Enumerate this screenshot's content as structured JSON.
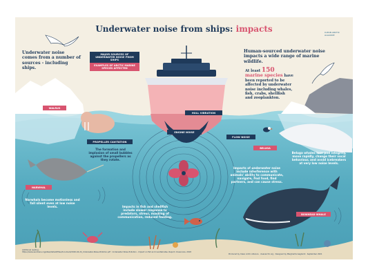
{
  "title": {
    "main": "Underwater noise from ships:",
    "accent": "impacts"
  },
  "brand": {
    "line1": "CLEAN ARCTIC",
    "line2": "ALLIANCE"
  },
  "intro_left": "Underwater noise comes from a number of sources - including ships.",
  "intro_right": "Human-sourced underwater noise impacts a wide range of marine wildlife.",
  "stat": {
    "prefix": "At least",
    "number": "150",
    "species": "marine species",
    "rest": "have been reported to be affected by underwater noise including whales, fish, crabs, shellfish and zooplankton."
  },
  "legend": {
    "sources": "MAJOR SOURCES OF UNDERWATER NOISE FROM SHIPS",
    "species": "EXAMPLES OF ARCTIC MARINE SPECIES AFFECTED"
  },
  "labels": {
    "walrus": "WALRUS",
    "hull": "HULL VIBRATION",
    "engine": "ENGINE NOISE",
    "flow": "FLOW NOISE",
    "beluga": "BELUGA",
    "propeller": "PROPELLER CAVITATION",
    "narwhal": "NARWHAL",
    "bowhead": "BOWHEAD WHALE"
  },
  "texts": {
    "propeller": "The formation and implosion of small bubbles against the propellers as they rotate.",
    "beluga": "Beluga whales lose pod integrity, move rapidly, change their vocal behaviour, and avoid icebreakers at very low noise levels.",
    "narwhal": "Narwhals become motionless and fall silent even at low noise levels.",
    "impacts": "Impacts of underwater noise include interference with animals' ability to communicate, navigate, find food, find partners, and can cause stress.",
    "fish": "Impacts in fish and shellfish include slower response to predators, stress, masking of communication, reduced feeding."
  },
  "footnote": {
    "line1": "Additional reading:",
    "line2": "https://www.ascobans.org/sites/default/files/document/2020-04-24_Underwater-Noise-Pollution.pdf · Underwater Noise Pollution - Impact on fish and invertebrates. Report, Oceancare, 2018"
  },
  "credit": "Produced by Clean Arctic Alliance · cleanarctic.org · Designed by Margherita Gagliardi · September 2021",
  "colors": {
    "navy": "#1f3a5a",
    "pink": "#d8546f",
    "sea": "#5fb3c6",
    "cream": "#f4efe3"
  }
}
